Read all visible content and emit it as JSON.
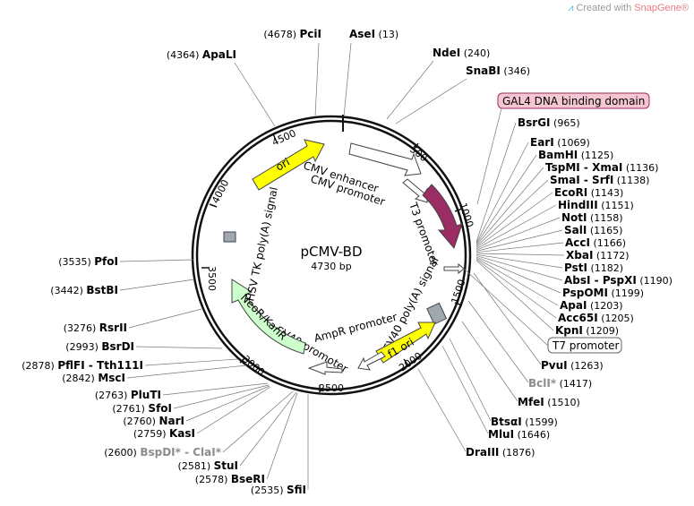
{
  "credit": {
    "prefix": "Created with",
    "brand": "SnapGene",
    "reg": "®"
  },
  "plasmid": {
    "name": "pCMV-BD",
    "size_label": "4730 bp",
    "length": 4730
  },
  "ticks": [
    "500",
    "1000",
    "1500",
    "2000",
    "2500",
    "3000",
    "3500",
    "4000",
    "4500"
  ],
  "sites": [
    {
      "name": "PciI",
      "pos": "(4678)"
    },
    {
      "name": "AseI",
      "pos": "(13)"
    },
    {
      "name": "NdeI",
      "pos": "(240)"
    },
    {
      "name": "SnaBI",
      "pos": "(346)"
    },
    {
      "name": "ApaLI",
      "pos": "(4364)"
    },
    {
      "name": "BsrGI",
      "pos": "(965)"
    },
    {
      "name": "EarI",
      "pos": "(1069)"
    },
    {
      "name": "BamHI",
      "pos": "(1125)"
    },
    {
      "name": "TspMI - XmaI",
      "pos": "(1136)"
    },
    {
      "name": "SmaI - SrfI",
      "pos": "(1138)"
    },
    {
      "name": "EcoRI",
      "pos": "(1143)"
    },
    {
      "name": "HindIII",
      "pos": "(1151)"
    },
    {
      "name": "NotI",
      "pos": "(1158)"
    },
    {
      "name": "SalI",
      "pos": "(1165)"
    },
    {
      "name": "AccI",
      "pos": "(1166)"
    },
    {
      "name": "XbaI",
      "pos": "(1172)"
    },
    {
      "name": "PstI",
      "pos": "(1182)"
    },
    {
      "name": "AbsI - PspXI",
      "pos": "(1190)"
    },
    {
      "name": "PspOMI",
      "pos": "(1199)"
    },
    {
      "name": "ApaI",
      "pos": "(1203)"
    },
    {
      "name": "Acc65I",
      "pos": "(1205)"
    },
    {
      "name": "KpnI",
      "pos": "(1209)"
    },
    {
      "name": "PvuI",
      "pos": "(1263)"
    },
    {
      "name": "BclI*",
      "pos": "(1417)"
    },
    {
      "name": "MfeI",
      "pos": "(1510)"
    },
    {
      "name": "BtsαI",
      "pos": "(1599)"
    },
    {
      "name": "MluI",
      "pos": "(1646)"
    },
    {
      "name": "DraIII",
      "pos": "(1876)"
    },
    {
      "name": "PfoI",
      "pos": "(3535)"
    },
    {
      "name": "BstBI",
      "pos": "(3442)"
    },
    {
      "name": "RsrII",
      "pos": "(3276)"
    },
    {
      "name": "BsrDI",
      "pos": "(2993)"
    },
    {
      "name": "PflFI - Tth111I",
      "pos": "(2878)"
    },
    {
      "name": "MscI",
      "pos": "(2842)"
    },
    {
      "name": "PluTI",
      "pos": "(2763)"
    },
    {
      "name": "SfoI",
      "pos": "(2761)"
    },
    {
      "name": "NarI",
      "pos": "(2760)"
    },
    {
      "name": "KasI",
      "pos": "(2759)"
    },
    {
      "name": "BspDI* - ClaI*",
      "pos": "(2600)"
    },
    {
      "name": "StuI",
      "pos": "(2581)"
    },
    {
      "name": "BseRI",
      "pos": "(2578)"
    },
    {
      "name": "SfiI",
      "pos": "(2535)"
    }
  ],
  "features": {
    "cmv_enhancer": "CMV enhancer",
    "cmv_promoter": "CMV promoter",
    "t3_promoter": "T3 promoter",
    "sv40_polya_right": "SV40 poly(A) signal",
    "f1_ori": "f1 ori",
    "ampr_promoter": "AmpR promoter",
    "sv40_promoter": "SV40 promoter",
    "neo_kan": "NeoR/KanR",
    "hsv_tk": "HSV TK poly(A) signal",
    "ori": "ori"
  },
  "callouts": {
    "gal4": "GAL4 DNA binding domain",
    "t7": "T7 promoter"
  },
  "colors": {
    "yellow": "#ffff00",
    "gal4_fill": "#9b2c64",
    "gal4_label_bg": "#f4c6d2",
    "neo_fill": "#ccffcc",
    "gray_box": "#a0a8b0"
  }
}
